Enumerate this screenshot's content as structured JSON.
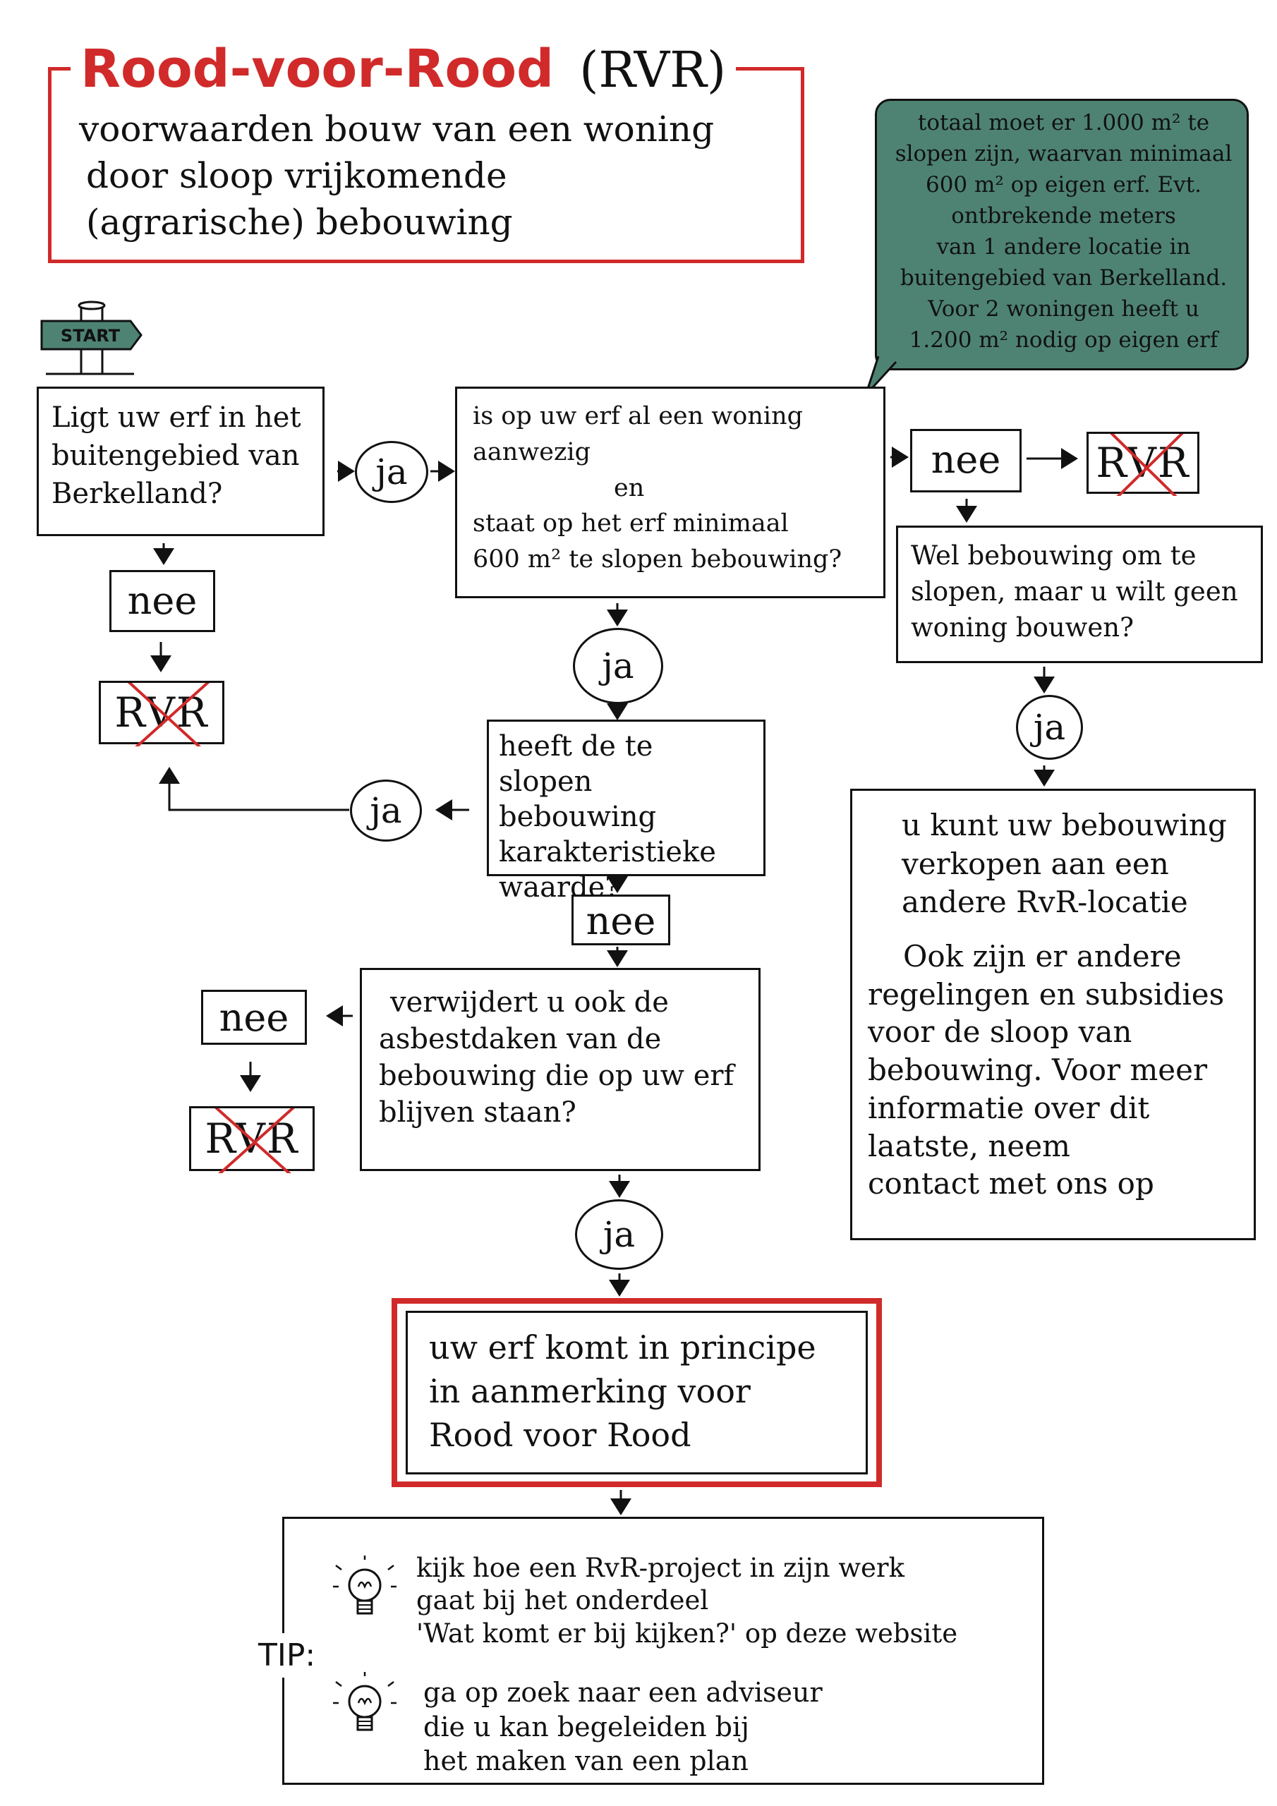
{
  "title": {
    "main": "Rood-voor-Rood",
    "abbr": "(RVR)",
    "subtitle_lines": [
      "voorwaarden bouw van een woning",
      "door sloop vrijkomende",
      "(agrarische) bebouwing"
    ]
  },
  "note": {
    "lines": [
      "totaal moet er 1.000 m² te",
      "slopen zijn, waarvan minimaal",
      "600 m² op eigen erf. Evt.",
      "ontbrekende meters",
      "van 1 andere locatie in",
      "buitengebied van Berkelland.",
      "Voor 2 woningen heeft u",
      "1.200 m² nodig op eigen erf"
    ]
  },
  "start": {
    "label": "START"
  },
  "q1": {
    "lines": [
      "Ligt uw erf in het",
      "buitengebied van",
      "Berkelland?"
    ]
  },
  "q2": {
    "lines": [
      "is op uw erf al een woning",
      "aanwezig",
      "en",
      "staat op het erf minimaal",
      "600 m² te slopen bebouwing?"
    ]
  },
  "q3": {
    "lines": [
      "Wel bebouwing om te",
      "slopen, maar u wilt geen",
      "woning bouwen?"
    ]
  },
  "q4": {
    "lines": [
      "heeft de te",
      "slopen bebouwing",
      "karakteristieke",
      "waarde?"
    ]
  },
  "q5": {
    "lines": [
      "verwijdert u ook de",
      "asbestdaken van de",
      "bebouwing die op uw erf",
      "blijven staan?"
    ]
  },
  "info": {
    "para1": [
      "u kunt uw bebouwing",
      "verkopen aan een",
      "andere RvR-locatie"
    ],
    "para2": [
      "Ook zijn er andere",
      "regelingen en subsidies",
      "voor de sloop van",
      "bebouwing. Voor meer",
      "informatie over dit",
      "laatste, neem",
      "contact met ons op"
    ]
  },
  "result": {
    "lines": [
      "uw erf komt in principe",
      "in aanmerking voor",
      "Rood voor Rood"
    ]
  },
  "tip": {
    "label": "TIP:",
    "items": [
      {
        "lines": [
          "kijk hoe een RvR-project in zijn werk",
          "gaat bij het onderdeel",
          "'Wat komt er bij kijken?' op deze website"
        ]
      },
      {
        "lines": [
          "ga op zoek naar een adviseur",
          "die u kan begeleiden bij",
          "het maken van een plan"
        ]
      }
    ]
  },
  "labels": {
    "yes": "ja",
    "no": "nee",
    "rvr": "RVR"
  },
  "colors": {
    "accent_red": "#d12a2a",
    "note_green": "#4e8373",
    "ink": "#111111"
  }
}
